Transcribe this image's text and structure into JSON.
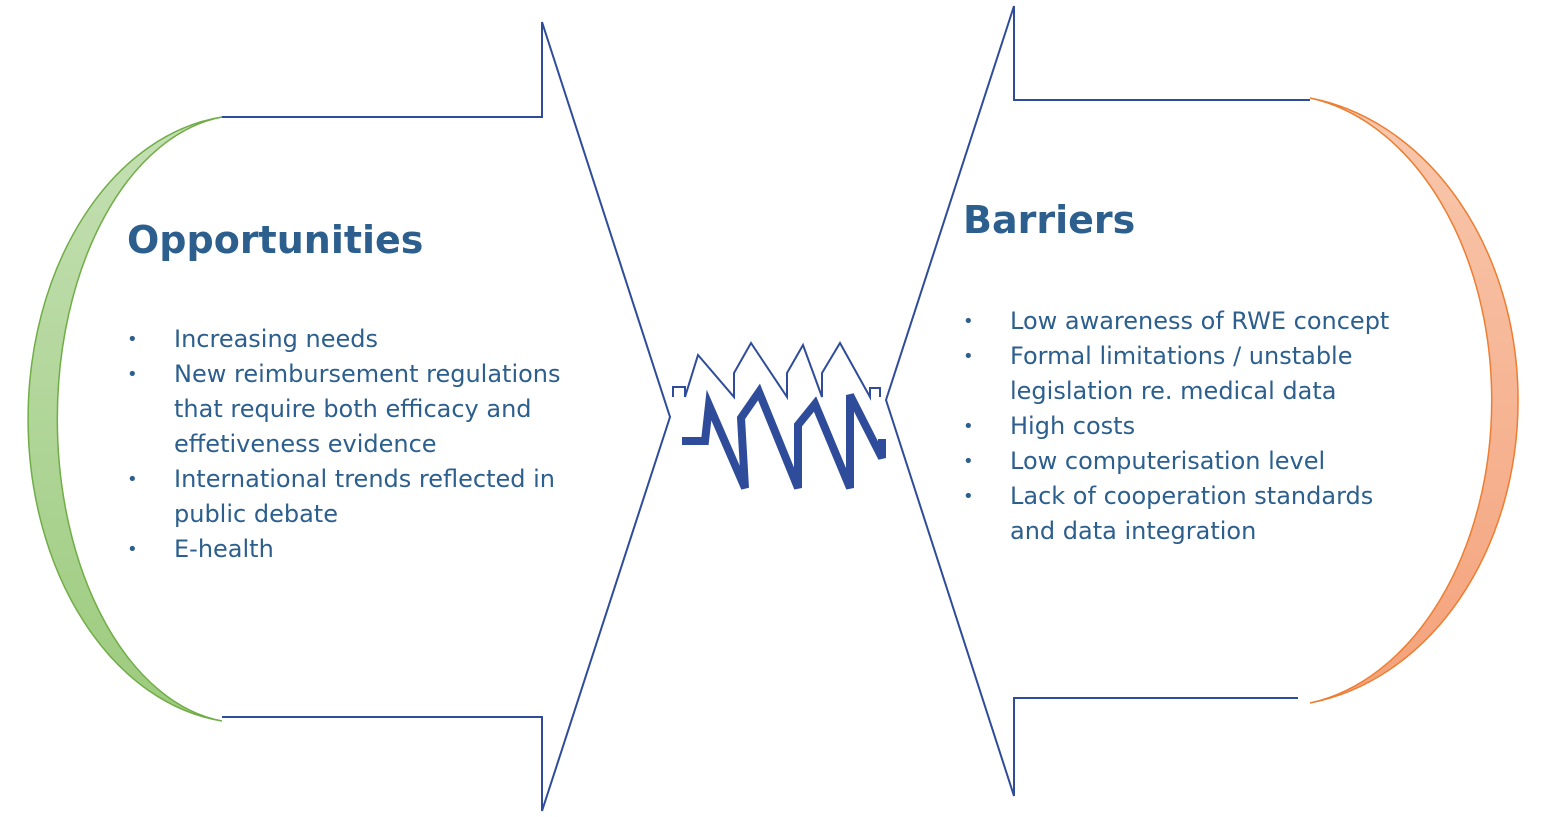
{
  "colors": {
    "text": "#2C5F8E",
    "outline": "#2E4C9A",
    "zigzag": "#2E4C9A",
    "opportunities_ring": "#A8D08D",
    "opportunities_ring_edge": "#70AD47",
    "barriers_ring": "#F4B183",
    "barriers_ring_edge": "#ED7D31"
  },
  "opportunities": {
    "title": "Opportunities",
    "items": [
      "Increasing needs",
      "New reimbursement regulations\nthat require both efficacy and\neffetiveness evidence",
      "International trends reflected in\npublic debate",
      "E-health"
    ]
  },
  "barriers": {
    "title": "Barriers",
    "items": [
      "Low awareness of RWE concept",
      "Formal limitations / unstable\nlegislation re. medical data",
      "High costs",
      "Low computerisation level",
      "Lack of cooperation standards\nand data integration"
    ]
  },
  "center_icon": "tension-zigzag-icon"
}
